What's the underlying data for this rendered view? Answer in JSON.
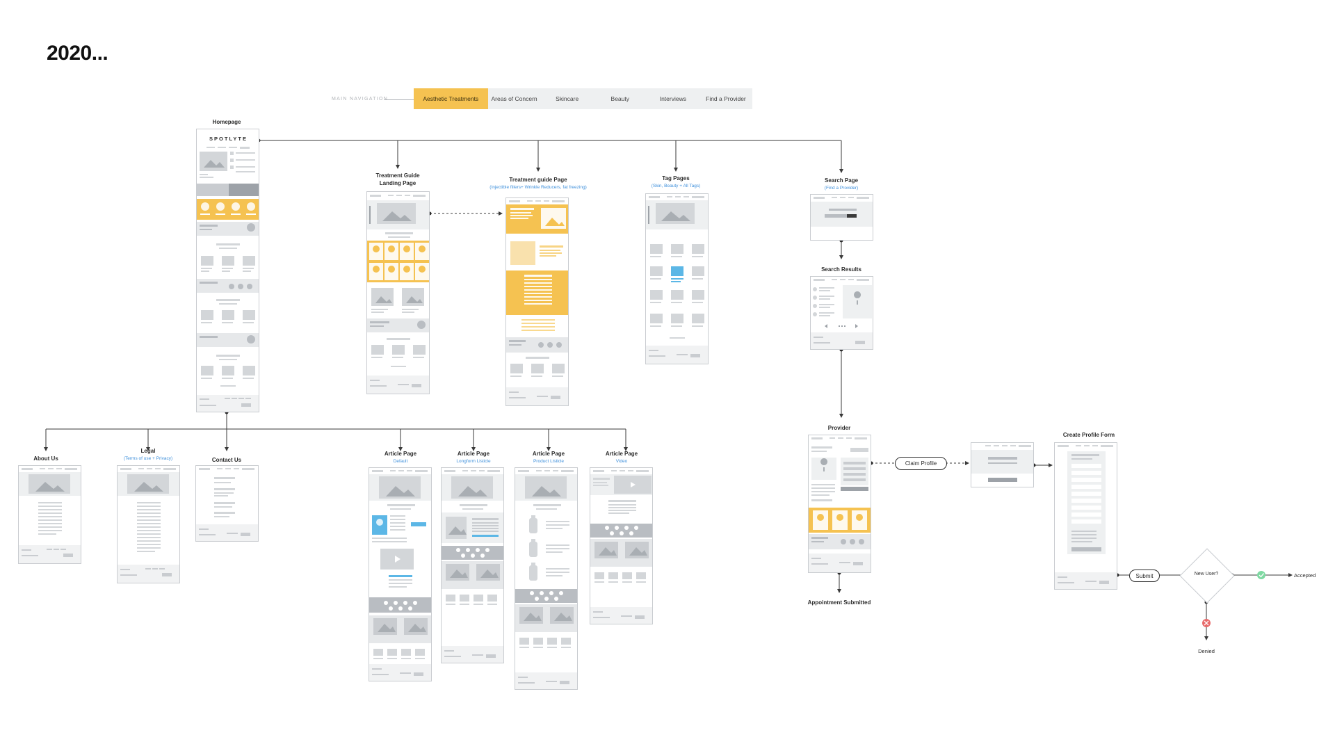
{
  "year_title": "2020...",
  "main_navigation": {
    "label": "MAIN NAVIGATION",
    "items": [
      {
        "label": "Aesthetic Treatments",
        "active": true
      },
      {
        "label": "Areas of Concern",
        "active": false
      },
      {
        "label": "Skincare",
        "active": false
      },
      {
        "label": "Beauty",
        "active": false
      },
      {
        "label": "Interviews",
        "active": false
      },
      {
        "label": "Find a Provider",
        "active": false
      }
    ]
  },
  "brand": "SPOTLYTE",
  "nodes": {
    "homepage": {
      "title": "Homepage"
    },
    "treatment_landing": {
      "title_line1": "Treatment Guide",
      "title_line2": "Landing Page"
    },
    "treatment_page": {
      "title": "Treatment guide Page",
      "subtitle": "(Injectible fillers+ Wrinkle Reducers, fat freezing)"
    },
    "tag_pages": {
      "title": "Tag Pages",
      "subtitle": "(Skin, Beauty + All Tags)"
    },
    "search_page": {
      "title": "Search Page",
      "subtitle": "(Find a Provider)"
    },
    "search_results": {
      "title": "Search Results"
    },
    "about_us": {
      "title": "About Us"
    },
    "legal": {
      "title": "Legal",
      "subtitle": "(Terms of use +  Privacy)"
    },
    "contact_us": {
      "title": "Contact Us"
    },
    "article_default": {
      "title": "Article Page",
      "subtitle": "Default"
    },
    "article_longform": {
      "title": "Article Page",
      "subtitle": "Longform Listicle"
    },
    "article_product": {
      "title": "Article Page",
      "subtitle": "Product Listicle"
    },
    "article_video": {
      "title": "Article Page",
      "subtitle": "Video"
    },
    "provider": {
      "title": "Provider"
    },
    "appointment": {
      "title": "Appointment Submitted"
    },
    "claim_profile": {
      "label": "Claim Profile"
    },
    "create_profile": {
      "title": "Create Profile Form"
    },
    "submit": {
      "label": "Submit"
    },
    "new_user": {
      "label": "New User?"
    },
    "accepted": {
      "label": "Accepted"
    },
    "denied": {
      "label": "Denied"
    }
  },
  "colors": {
    "accent": "#f5c251",
    "link": "#3d8fdb",
    "wire_gray": "#d3d6d9",
    "line": "#3a3a3a",
    "accept": "#7ed9a2",
    "deny": "#e86b6b"
  }
}
